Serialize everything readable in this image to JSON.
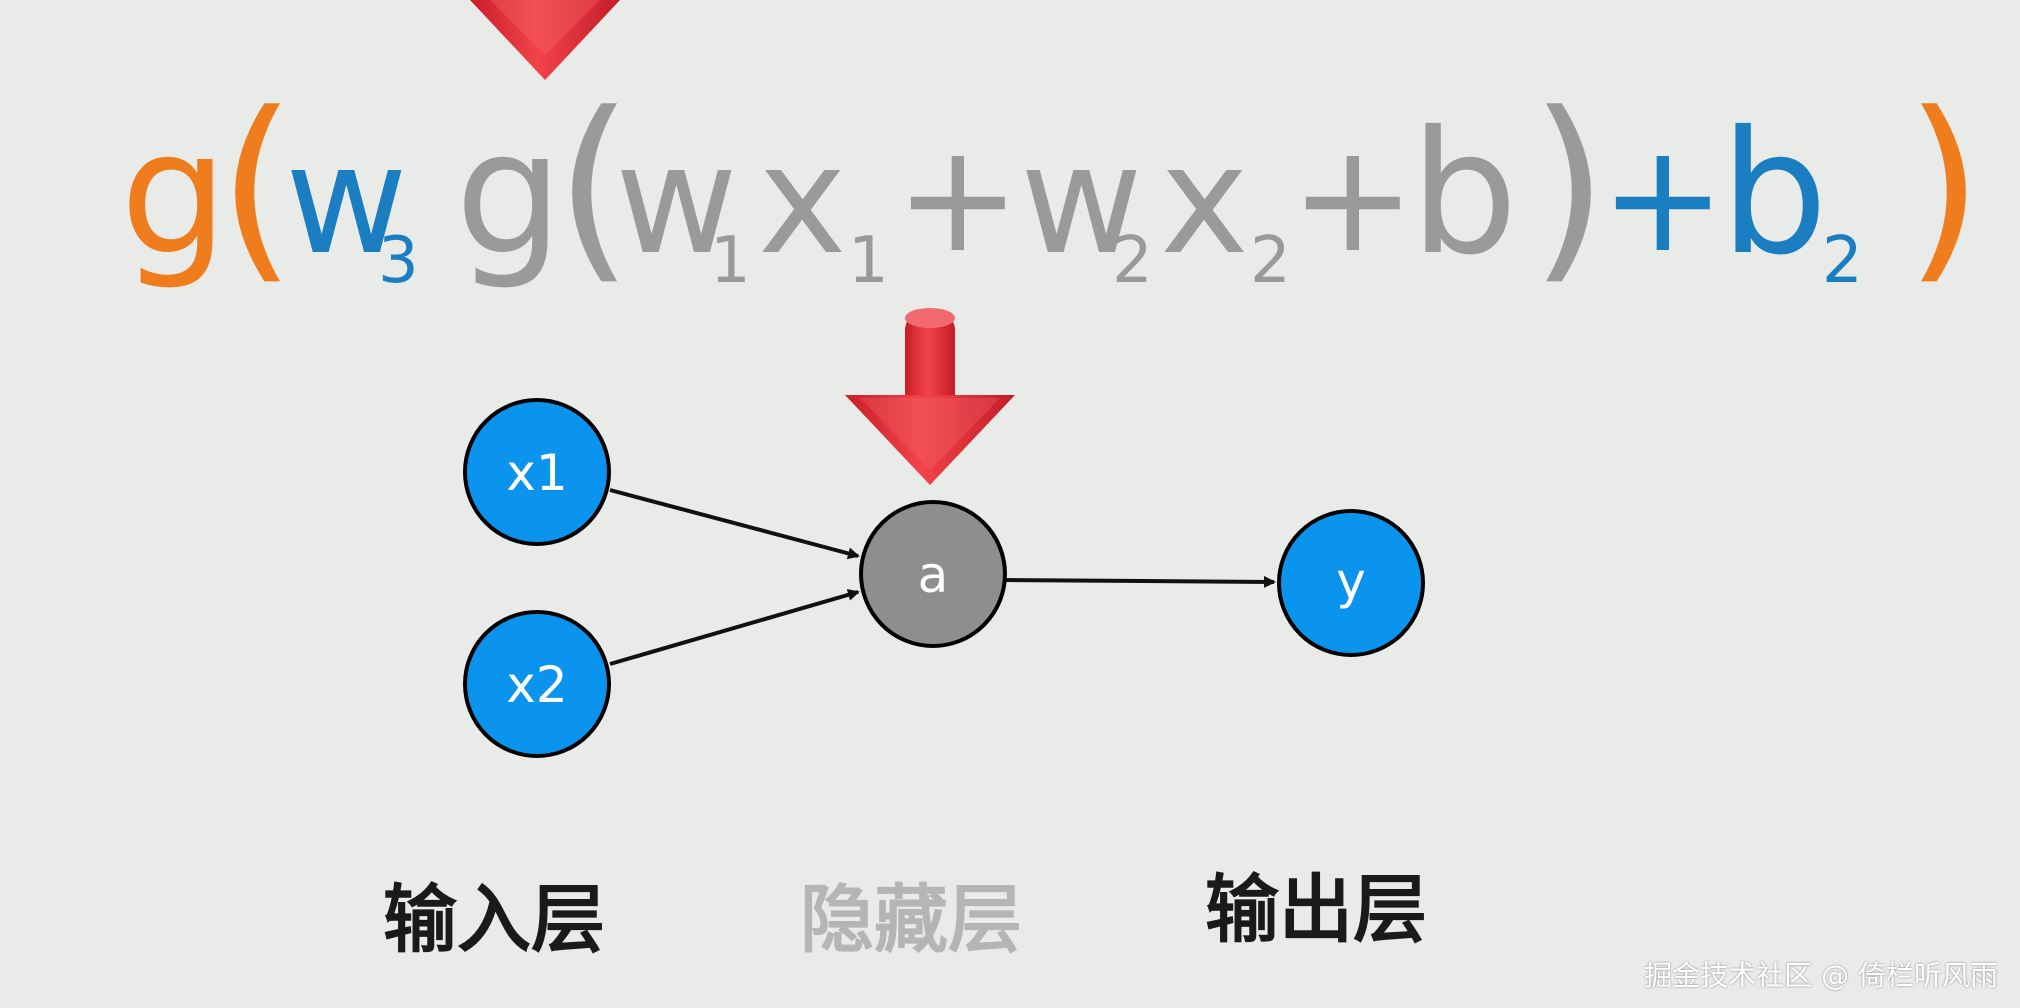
{
  "formula": {
    "outer_g": "g",
    "outer_open": "(",
    "w3": "w",
    "w3_sub": "3",
    "inner_g": "g",
    "inner_open": "(",
    "w1": "w",
    "w1_sub": "1",
    "x1": "x",
    "x1_sub": "1",
    "plus1": "+",
    "w2": "w",
    "w2_sub": "2",
    "x2": "x",
    "x2_sub": "2",
    "plus2": "+",
    "b": "b",
    "inner_close": ")",
    "plus3": "+",
    "b2": "b",
    "b2_sub": "2",
    "outer_close": ")"
  },
  "nodes": {
    "x1": "x1",
    "x2": "x2",
    "a": "a",
    "y": "y"
  },
  "layers": {
    "input": "输入层",
    "hidden": "隐藏层",
    "output": "输出层"
  },
  "watermark": "掘金技术社区 @ 倚栏听风雨",
  "colors": {
    "background": "#e9ebe8",
    "orange": "#f07d1d",
    "blue": "#1b7ec1",
    "gray": "#9a9a9a",
    "node_blue": "#0b94ee",
    "node_gray": "#8e8e8e",
    "arrow_red": "#e2333b",
    "layer_black": "#1a1a1a",
    "layer_gray": "#b5b5b5"
  }
}
